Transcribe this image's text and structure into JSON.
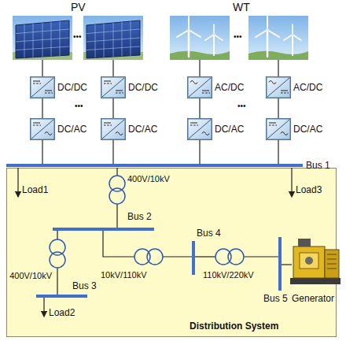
{
  "diagram": {
    "nodes": [
      {
        "text": [
          "DC/DC"
        ]
      },
      {
        "text": [
          "DC/DC"
        ]
      },
      {
        "text": [
          "AC/DC"
        ]
      },
      {
        "text": [
          "AC/DC"
        ]
      },
      {
        "text": [
          "DC/AC"
        ]
      },
      {
        "text": [
          "DC/AC"
        ]
      },
      {
        "text": [
          "DC/AC"
        ]
      },
      {
        "text": [
          "DC/AC"
        ]
      },
      {
        "text": [
          "Distribution System"
        ]
      }
    ],
    "edges": [
      {
        "from": 0,
        "to": 4,
        "arrow": "none"
      },
      {
        "from": 1,
        "to": 5,
        "arrow": "none"
      },
      {
        "from": 2,
        "to": 6,
        "arrow": "none"
      },
      {
        "from": 3,
        "to": 7,
        "arrow": "none"
      }
    ],
    "labels": [
      "PV",
      "WT",
      "•••",
      "•••",
      "•••",
      "•••",
      "Bus 1",
      "Load1",
      "400V/10kV",
      "Load3",
      "Bus 2",
      "400V/10kV",
      "10kV/110kV",
      "Bus 4",
      "110kV/220kV",
      "Bus 5",
      "Bus 3",
      "Generator",
      "Load2"
    ]
  }
}
